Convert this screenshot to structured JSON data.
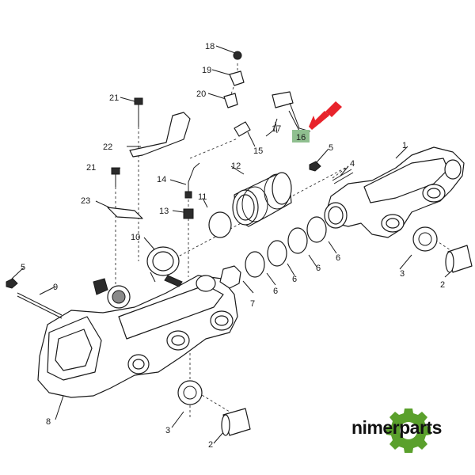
{
  "labels": {
    "l1": "1",
    "l2a": "2",
    "l2b": "2",
    "l3a": "3",
    "l3b": "3",
    "l4": "4",
    "l5a": "5",
    "l5b": "5",
    "l6a": "6",
    "l6b": "6",
    "l6c": "6",
    "l6d": "6",
    "l7": "7",
    "l8": "8",
    "l9": "9",
    "l10": "10",
    "l11": "11",
    "l12": "12",
    "l13": "13",
    "l14": "14",
    "l15": "15",
    "l16": "16",
    "l17": "17",
    "l18": "18",
    "l19": "19",
    "l20": "20",
    "l21a": "21",
    "l21b": "21",
    "l22": "22",
    "l23": "23"
  },
  "highlight": {
    "part": "16",
    "arrow_color": "#e8232b",
    "box_color": "#8fbf8f"
  },
  "logo": {
    "text": "nimerparts",
    "gear_color": "#5aa02c"
  }
}
